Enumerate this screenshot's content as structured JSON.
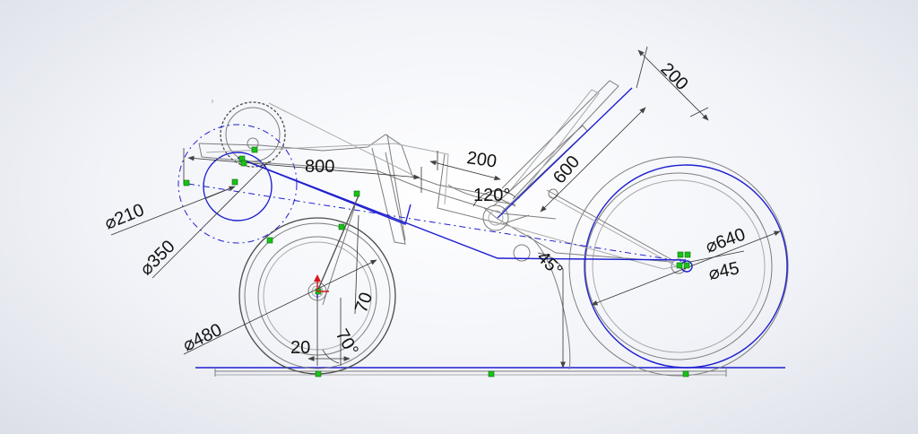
{
  "dimensions": {
    "d210": "⌀210",
    "d350": "⌀350",
    "d480": "⌀480",
    "d640": "⌀640",
    "d45": "⌀45",
    "l800": "800",
    "l200_top": "200",
    "l200_seat": "200",
    "l600": "600",
    "a120": "120°",
    "a45": "45°",
    "l70": "70",
    "l20": "20",
    "a70": "70°"
  },
  "colors": {
    "sketch_blue": "#1f1fd0",
    "geometry_gray": "#7d7d7d",
    "relation_green": "#19c219",
    "origin_red": "#d81818"
  }
}
